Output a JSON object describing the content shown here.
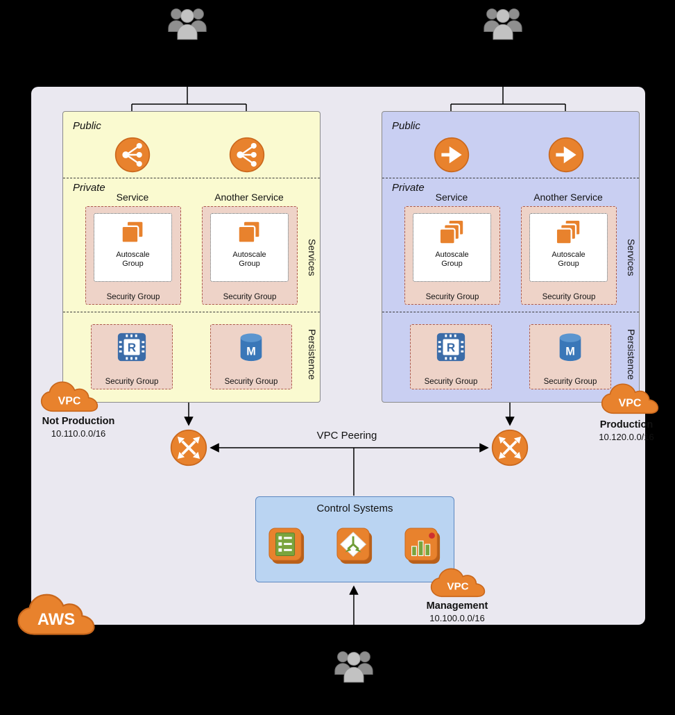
{
  "colors": {
    "aws_orange": "#e8822d",
    "region_bg": "#eae8f0",
    "vpc_left_bg": "#fafad0",
    "vpc_right_bg": "#c9cff2",
    "security_group_bg": "#eed3c8",
    "control_bg": "#bad4f2",
    "blue_icon": "#3b6ca8",
    "green_icon": "#7aa43d"
  },
  "icons": {
    "users": "users-icon",
    "load_balancer_classic": "classic-load-balancer-icon",
    "load_balancer_app": "application-load-balancer-icon",
    "instances": "instances-stack-icon",
    "elasticache": "elasticache-icon",
    "database": "database-icon",
    "router": "vpc-peering-router-icon",
    "list_panel": "list-panel-icon",
    "workflow": "workflow-decision-icon",
    "bar_chart": "bar-chart-icon",
    "cloud": "cloud-icon"
  },
  "vpcs": [
    {
      "public_label": "Public",
      "private_label": "Private",
      "services_axis": "Services",
      "persistence_axis": "Persistence",
      "services": [
        {
          "title": "Service",
          "autoscale": "Autoscale Group",
          "security_group": "Security Group"
        },
        {
          "title": "Another Service",
          "autoscale": "Autoscale Group",
          "security_group": "Security Group"
        }
      ],
      "persistence": [
        {
          "letter": "R",
          "security_group": "Security Group"
        },
        {
          "letter": "M",
          "security_group": "Security Group"
        }
      ],
      "badge": {
        "vpc": "VPC",
        "title": "Not Production",
        "cidr": "10.110.0.0/16"
      }
    },
    {
      "public_label": "Public",
      "private_label": "Private",
      "services_axis": "Services",
      "persistence_axis": "Persistence",
      "services": [
        {
          "title": "Service",
          "autoscale": "Autoscale Group",
          "security_group": "Security Group"
        },
        {
          "title": "Another Service",
          "autoscale": "Autoscale Group",
          "security_group": "Security Group"
        }
      ],
      "persistence": [
        {
          "letter": "R",
          "security_group": "Security Group"
        },
        {
          "letter": "M",
          "security_group": "Security Group"
        }
      ],
      "badge": {
        "vpc": "VPC",
        "title": "Production",
        "cidr": "10.120.0.0/16"
      }
    }
  ],
  "peering": {
    "label": "VPC Peering"
  },
  "control": {
    "title": "Control Systems",
    "badge": {
      "vpc": "VPC",
      "title": "Management",
      "cidr": "10.100.0.0/16"
    }
  },
  "aws": {
    "label": "AWS"
  }
}
